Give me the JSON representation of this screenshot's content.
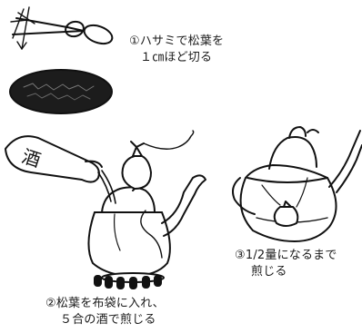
{
  "steps": [
    {
      "line1": "①ハサミで松葉を",
      "line2": "１㎝ほど切る"
    },
    {
      "line1": "②松葉を布袋に入れ、",
      "line2": "５合の酒で煎じる"
    },
    {
      "line1": "③1/2量になるまで",
      "line2": "煎じる"
    }
  ],
  "bottle_label": "酒",
  "icons": [
    "scissors-icon",
    "pine-needles-icon",
    "sake-bottle-icon",
    "cloth-bag-icon",
    "kettle-icon",
    "stove-burner-icon"
  ]
}
